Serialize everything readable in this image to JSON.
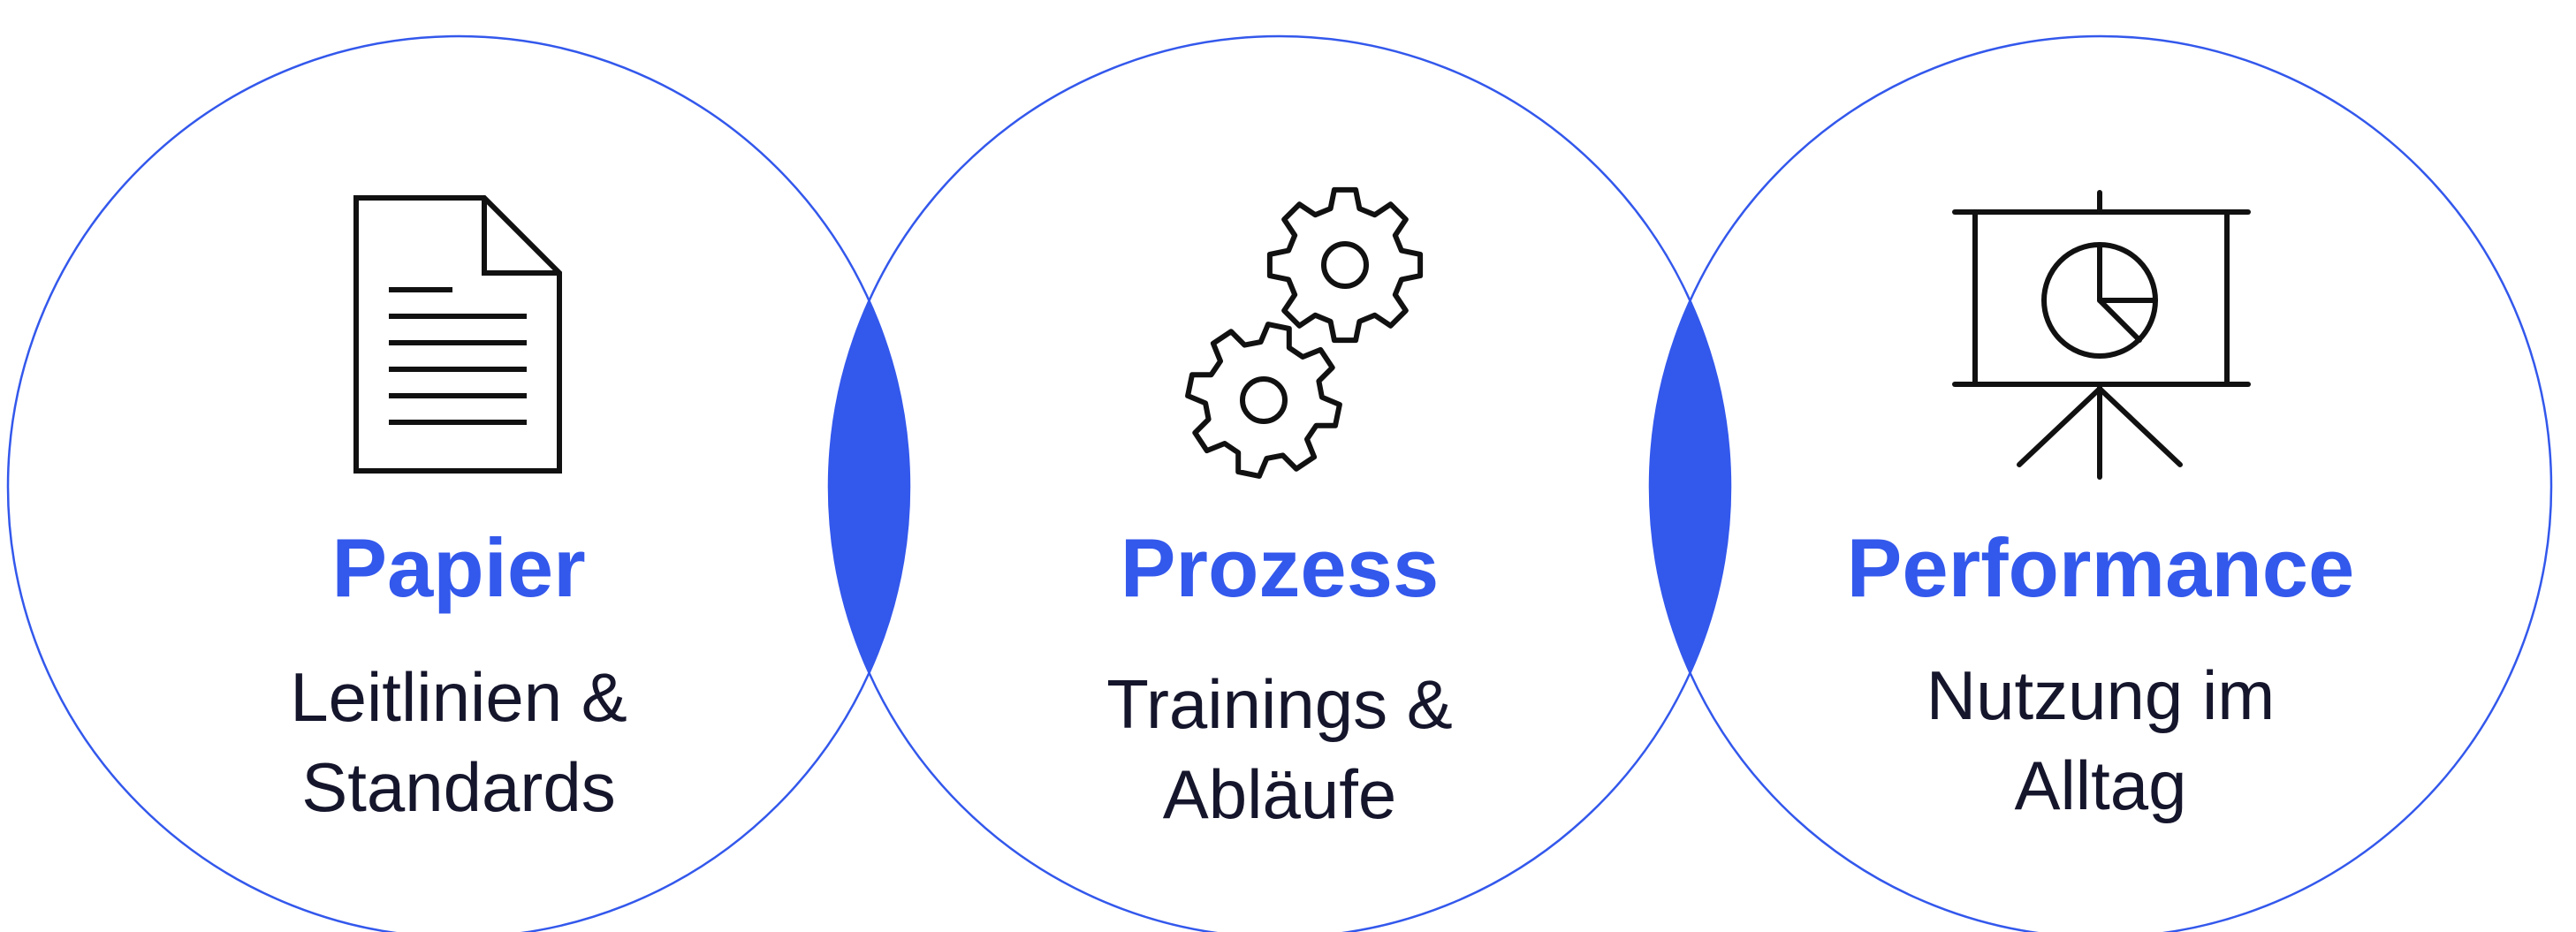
{
  "colors": {
    "accent": "#3358ec",
    "outline": "#3358ec",
    "text": "#15162c",
    "icon": "#111111"
  },
  "items": [
    {
      "title": "Papier",
      "line1": "Leitlinien &",
      "line2": "Standards",
      "icon": "document-icon"
    },
    {
      "title": "Prozess",
      "line1": "Trainings &",
      "line2": "Abläufe",
      "icon": "gears-icon"
    },
    {
      "title": "Performance",
      "line1": "Nutzung im",
      "line2": "Alltag",
      "icon": "presentation-chart-icon"
    }
  ]
}
